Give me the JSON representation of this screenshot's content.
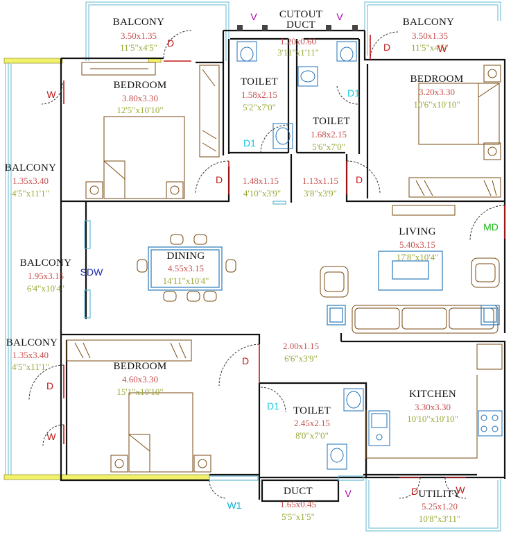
{
  "rooms": [
    {
      "id": "balcony-top-left",
      "name": "BALCONY",
      "metric": "3.50x1.35",
      "imperial": "11'5\"x4'5\""
    },
    {
      "id": "cutout-duct",
      "name": "CUTOUT\nDUCT",
      "metric": "1.20x0.60",
      "imperial": "3'11\"x1'11\""
    },
    {
      "id": "balcony-top-right",
      "name": "BALCONY",
      "metric": "3.50x1.35",
      "imperial": "11'5\"x4'5\""
    },
    {
      "id": "bedroom-top-left",
      "name": "BEDROOM",
      "metric": "3.80x3.30",
      "imperial": "12'5\"x10'10\""
    },
    {
      "id": "toilet-top-left",
      "name": "TOILET",
      "metric": "1.58x2.15",
      "imperial": "5'2\"x7'0\""
    },
    {
      "id": "toilet-top-right",
      "name": "TOILET",
      "metric": "1.68x2.15",
      "imperial": "5'6\"x7'0\""
    },
    {
      "id": "bedroom-top-right",
      "name": "BEDROOM",
      "metric": "3.20x3.30",
      "imperial": "10'6\"x10'10\""
    },
    {
      "id": "passage-left",
      "name": "",
      "metric": "1.48x1.15",
      "imperial": "4'10\"x3'9\""
    },
    {
      "id": "passage-right",
      "name": "",
      "metric": "1.13x1.15",
      "imperial": "3'8\"x3'9\""
    },
    {
      "id": "balcony-left-top",
      "name": "BALCONY",
      "metric": "1.35x3.40",
      "imperial": "4'5\"x11'1\""
    },
    {
      "id": "living",
      "name": "LIVING",
      "metric": "5.40x3.15",
      "imperial": "17'8\"x10'4\""
    },
    {
      "id": "dining",
      "name": "DINING",
      "metric": "4.55x3.15",
      "imperial": "14'11\"x10'4\""
    },
    {
      "id": "balcony-left-mid",
      "name": "BALCONY",
      "metric": "1.95x3.15",
      "imperial": "6'4\"x10'4\""
    },
    {
      "id": "balcony-left-bottom",
      "name": "BALCONY",
      "metric": "1.35x3.40",
      "imperial": "4'5\"x11'1\""
    },
    {
      "id": "passage-mid",
      "name": "",
      "metric": "2.00x1.15",
      "imperial": "6'6\"x3'9\""
    },
    {
      "id": "bedroom-bottom",
      "name": "BEDROOM",
      "metric": "4.60x3.30",
      "imperial": "15'1\"x10'10\""
    },
    {
      "id": "kitchen",
      "name": "KITCHEN",
      "metric": "3.30x3.30",
      "imperial": "10'10\"x10'10\""
    },
    {
      "id": "toilet-bottom",
      "name": "TOILET",
      "metric": "2.45x2.15",
      "imperial": "8'0\"x7'0\""
    },
    {
      "id": "duct-bottom",
      "name": "DUCT",
      "metric": "1.65x0.45",
      "imperial": "5'5\"x1'5\""
    },
    {
      "id": "utility",
      "name": "UTILITY",
      "metric": "5.25x1.20",
      "imperial": "10'8\"x3'11\""
    }
  ],
  "tags": [
    {
      "id": "d-balcony-tl",
      "text": "D",
      "kind": "d"
    },
    {
      "id": "v-left",
      "text": "V",
      "kind": "v"
    },
    {
      "id": "v-right",
      "text": "V",
      "kind": "v"
    },
    {
      "id": "d-balcony-tr",
      "text": "D",
      "kind": "d"
    },
    {
      "id": "w-balcony-tr",
      "text": "W",
      "kind": "w"
    },
    {
      "id": "w-bedroom-tl",
      "text": "W",
      "kind": "w"
    },
    {
      "id": "d1-toilet-tr",
      "text": "D1",
      "kind": "d1"
    },
    {
      "id": "d1-toilet-tl",
      "text": "D1",
      "kind": "d1"
    },
    {
      "id": "d-bedroom-tl",
      "text": "D",
      "kind": "d"
    },
    {
      "id": "d-bedroom-tr",
      "text": "D",
      "kind": "d"
    },
    {
      "id": "md-main",
      "text": "MD",
      "kind": "md"
    },
    {
      "id": "sdw-dining",
      "text": "SDW",
      "kind": "sdw"
    },
    {
      "id": "d-bedroom-b",
      "text": "D",
      "kind": "d"
    },
    {
      "id": "d-balcony-lb",
      "text": "D",
      "kind": "d"
    },
    {
      "id": "w-bedroom-b",
      "text": "W",
      "kind": "w"
    },
    {
      "id": "d1-toilet-b",
      "text": "D1",
      "kind": "d1"
    },
    {
      "id": "w1-bottom",
      "text": "W1",
      "kind": "w1"
    },
    {
      "id": "v-bottom",
      "text": "V",
      "kind": "v"
    },
    {
      "id": "d-utility",
      "text": "D",
      "kind": "d"
    },
    {
      "id": "w-utility",
      "text": "W",
      "kind": "w"
    }
  ],
  "colors": {
    "wall": "#111111",
    "furniture": "#7a4a10",
    "fixture": "#1c6fb8",
    "glass": "#5fb8d0",
    "ledge": "#f0f060",
    "door_arc": "#333333",
    "door_leaf": "#c01818"
  }
}
